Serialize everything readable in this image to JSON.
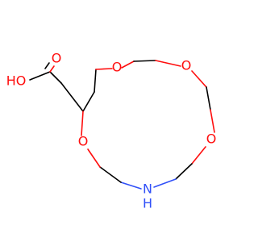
{
  "molecule": {
    "atoms": {
      "hydroxyl_o": "HO",
      "carbonyl_o": "O",
      "ring_o_top_left": "O",
      "ring_o_top_right": "O",
      "ring_o_right": "O",
      "ring_o_left": "O",
      "ring_n": "N",
      "ring_n_h": "H"
    }
  },
  "colors": {
    "carbon_bond": "#000000",
    "oxygen": "#ff0d0d",
    "nitrogen": "#3050f8",
    "background": "#ffffff"
  }
}
